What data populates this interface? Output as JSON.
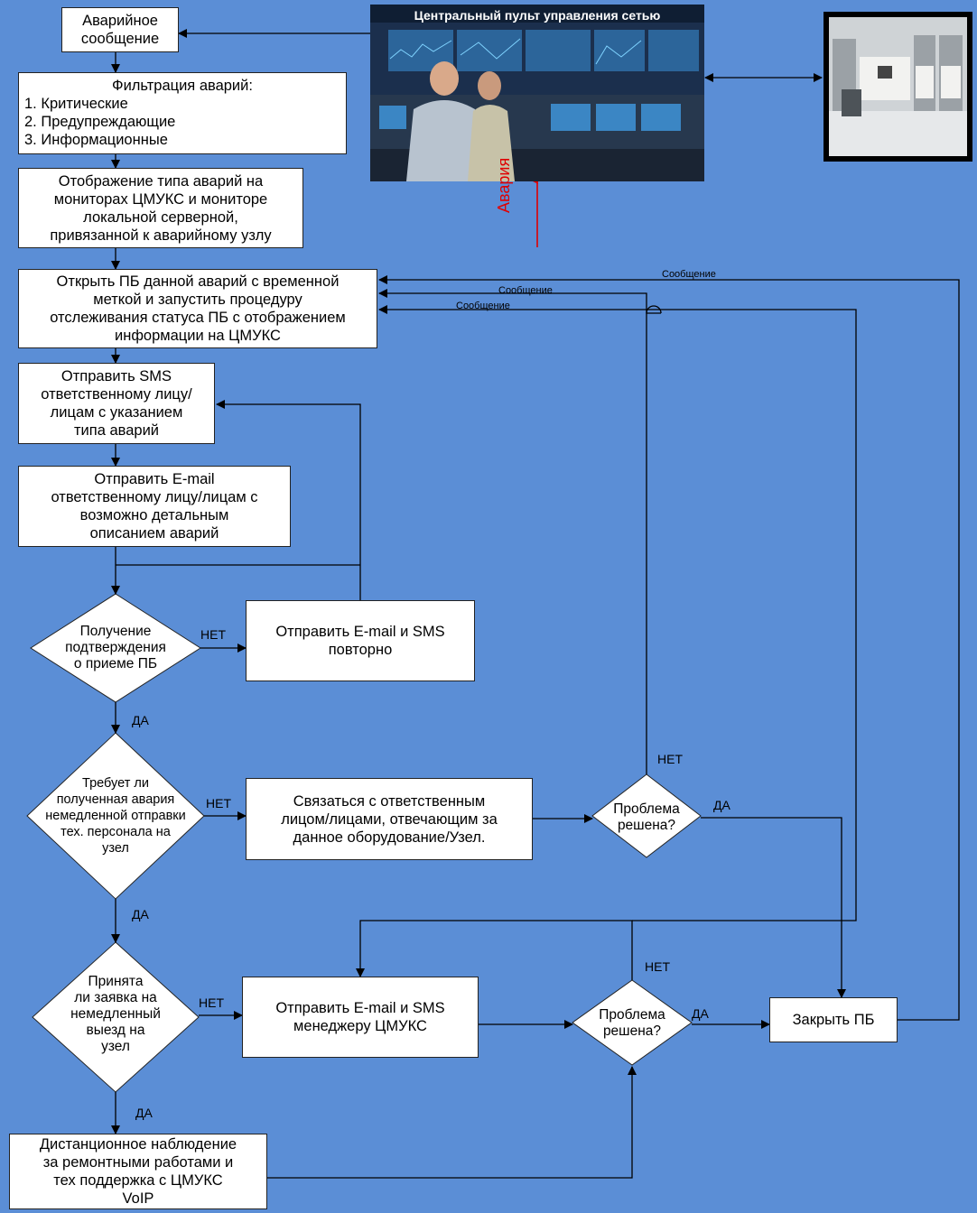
{
  "header": {
    "control_center_title": "Центральный пульт управления сетью",
    "alarm_side_label": "Авария"
  },
  "steps": {
    "alarm_message": "Аварийное\nсообщение",
    "filter_title": "Фильтрация аварий:",
    "filter_items": [
      "1. Критические",
      "2. Предупреждающие",
      "3. Информационные"
    ],
    "display_alarm": "Отображение  типа аварий на\nмониторах ЦМУКС и мониторе\nлокальной серверной,\nпривязанной к аварийному узлу",
    "open_ticket": "Открыть ПБ данной аварий с временной\nметкой и запустить процедуру\nотслеживания статуса ПБ с отображением\nинформации на ЦМУКС",
    "send_sms": "Отправить SMS\nответственному лицу/\nлицам с указанием\nтипа аварий",
    "send_email": "Отправить E-mail\nответственному лицу/лицам с\nвозможно детальным\nописанием аварий",
    "resend": "Отправить  E-mail и SMS\nповторно",
    "contact_responsible": "Связаться с ответственным\nлицом/лицами,  отвечающим за\nданное оборудование/Узел.",
    "send_manager": "Отправить  E-mail и SMS\nменеджеру ЦМУКС",
    "close_ticket": "Закрыть ПБ",
    "remote_monitoring": "Дистанционное наблюдение\nза ремонтными работами и\nтех поддержка с ЦМУКС\nVoIP"
  },
  "decisions": {
    "confirmation": "Получение\nподтверждения\nо приеме ПБ",
    "requires_dispatch": "Требует ли\nполученная авария\nнемедленной отправки\nтех. персонала на\nузел",
    "request_accepted": "Принята\nли заявка на\nнемедленный\nвыезд на\nузел",
    "problem_solved_1": "Проблема\nрешена?",
    "problem_solved_2": "Проблема\nрешена?"
  },
  "labels": {
    "yes": "ДА",
    "no": "НЕТ",
    "message": "Сообщение"
  },
  "colors": {
    "background": "#5b8ed6",
    "box_fill": "#ffffff",
    "line": "#000000",
    "alarm_arrow": "#e00000"
  }
}
